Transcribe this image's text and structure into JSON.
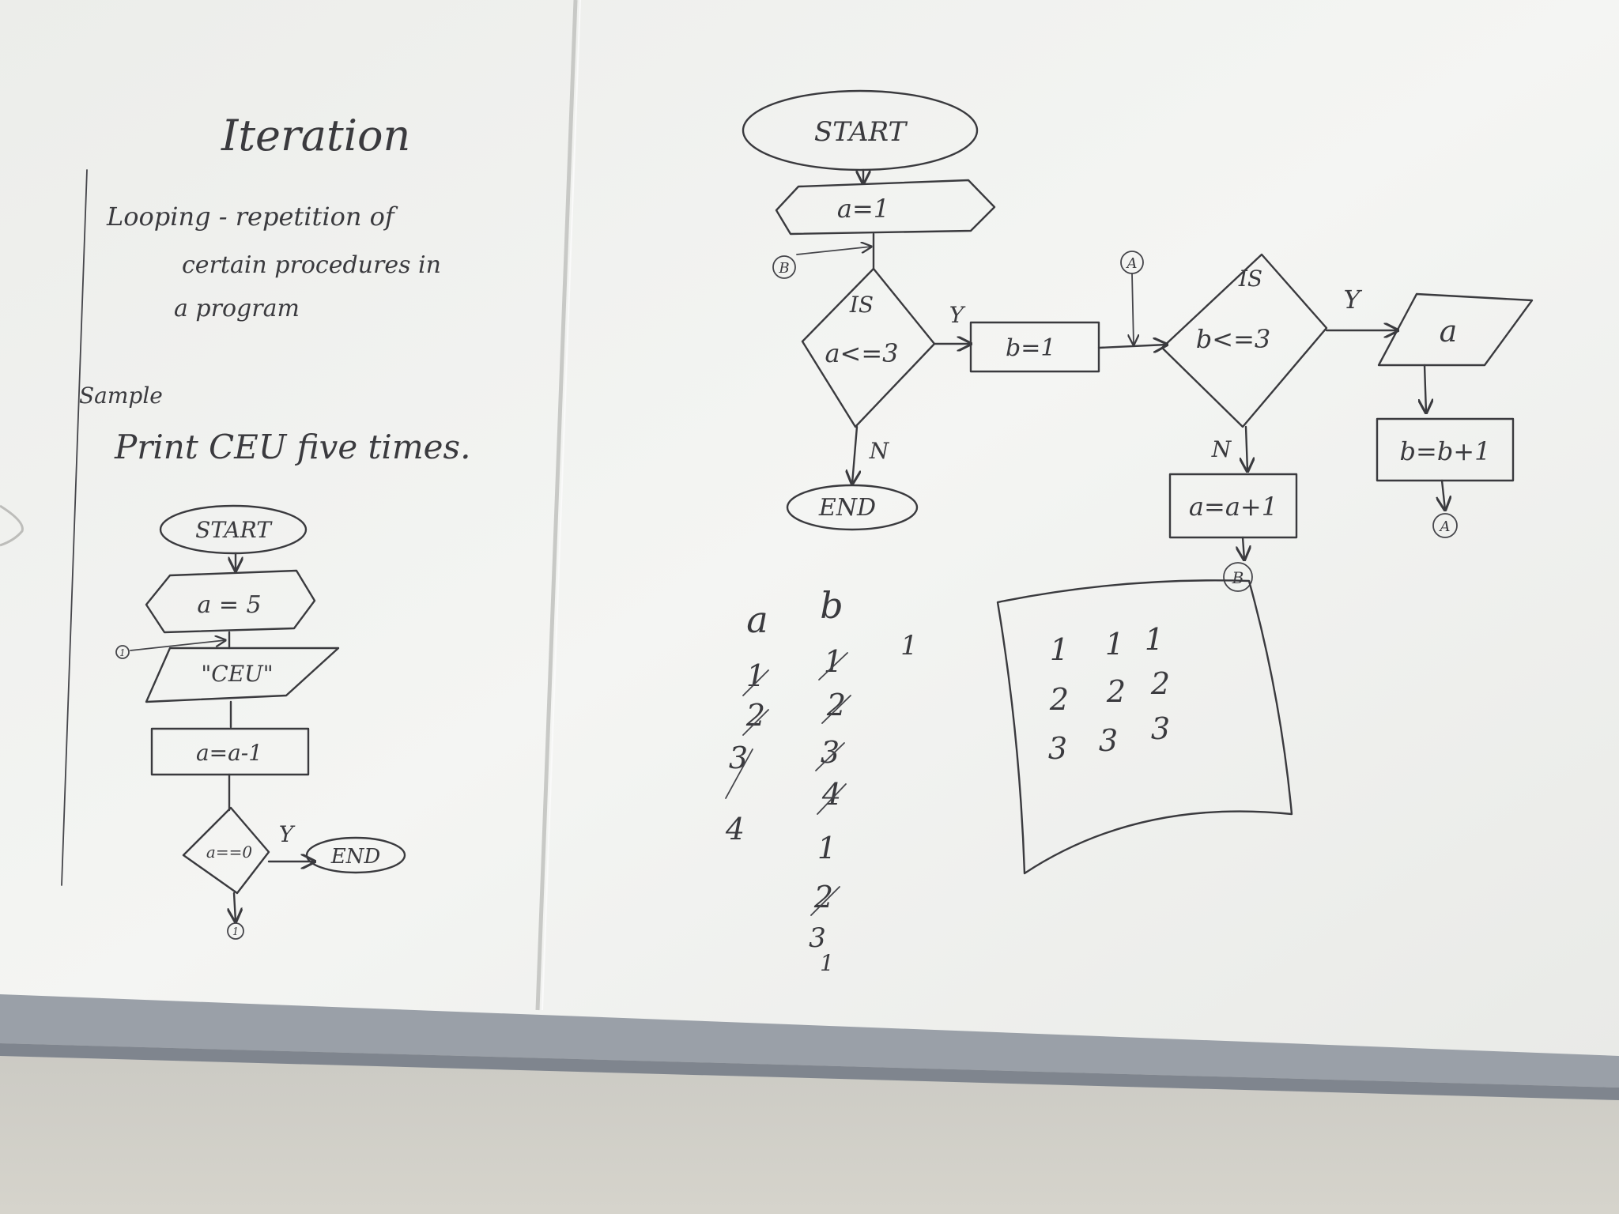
{
  "left_panel": {
    "title": "Iteration",
    "definition_line1": "Looping - repetition of",
    "definition_line2": "certain procedures in",
    "definition_line3": "a program",
    "sample_label": "Sample",
    "task": "Print CEU five times.",
    "flowchart": {
      "start": "START",
      "init": "a = 5",
      "output": "\"CEU\"",
      "decrement": "a=a-1",
      "decision": "a==0",
      "yes": "Y",
      "end": "END",
      "connector_in": "1",
      "connector_out": "1"
    }
  },
  "right_panel": {
    "flowchart": {
      "start": "START",
      "init_a": "a=1",
      "connector_b_in": "B",
      "decision1_is": "IS",
      "decision1_cond": "a<=3",
      "decision1_yes": "Y",
      "decision1_no": "N",
      "end": "END",
      "init_b": "b=1",
      "connector_a_in": "A",
      "decision2_is": "IS",
      "decision2_cond": "b<=3",
      "decision2_yes": "Y",
      "decision2_no": "N",
      "output": "a",
      "increment_b": "b=b+1",
      "connector_a_out": "A",
      "increment_a": "a=a+1",
      "connector_b_out": "B"
    },
    "trace": {
      "header_a": "a",
      "header_b": "b",
      "col_a": [
        "1",
        "2",
        "3",
        "4"
      ],
      "col_b": [
        "1",
        "2",
        "3",
        "4",
        "1",
        "2",
        "3",
        "1"
      ],
      "stray": "1"
    },
    "output_document": {
      "rows": [
        [
          "1",
          "1",
          "1"
        ],
        [
          "2",
          "2",
          "2"
        ],
        [
          "3",
          "3",
          "3"
        ]
      ]
    }
  }
}
